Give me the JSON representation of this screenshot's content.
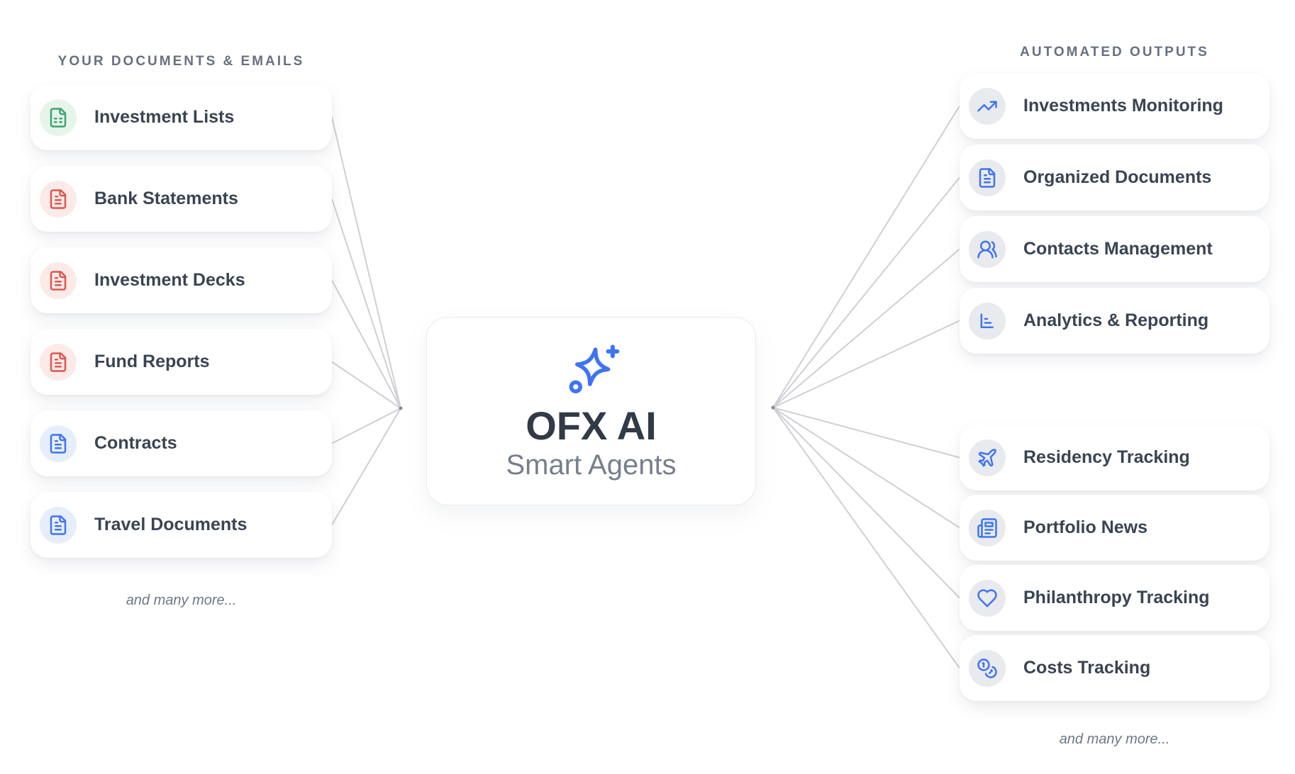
{
  "left_column": {
    "header": "YOUR DOCUMENTS & EMAILS",
    "items": [
      {
        "label": "Investment Lists",
        "icon": "spreadsheet-file-icon",
        "tint": "green"
      },
      {
        "label": "Bank Statements",
        "icon": "file-text-icon",
        "tint": "red"
      },
      {
        "label": "Investment Decks",
        "icon": "file-text-icon",
        "tint": "red"
      },
      {
        "label": "Fund Reports",
        "icon": "file-text-icon",
        "tint": "red"
      },
      {
        "label": "Contracts",
        "icon": "file-text-icon",
        "tint": "blue"
      },
      {
        "label": "Travel Documents",
        "icon": "file-text-icon",
        "tint": "blue"
      }
    ],
    "footnote": "and many more..."
  },
  "center_card": {
    "icon": "sparkle-icon",
    "title": "OFX AI",
    "subtitle": "Smart Agents"
  },
  "right_column": {
    "header": "AUTOMATED OUTPUTS",
    "groups": [
      {
        "items": [
          {
            "label": "Investments Monitoring",
            "icon": "trending-up-icon",
            "tint": "gray-blue"
          },
          {
            "label": "Organized Documents",
            "icon": "file-text-icon",
            "tint": "gray-blue"
          },
          {
            "label": "Contacts Management",
            "icon": "users-icon",
            "tint": "gray-blue"
          },
          {
            "label": "Analytics & Reporting",
            "icon": "bar-chart-icon",
            "tint": "gray-blue"
          }
        ]
      },
      {
        "items": [
          {
            "label": "Residency Tracking",
            "icon": "plane-icon",
            "tint": "gray-blue"
          },
          {
            "label": "Portfolio News",
            "icon": "newspaper-icon",
            "tint": "gray-blue"
          },
          {
            "label": "Philanthropy Tracking",
            "icon": "heart-icon",
            "tint": "gray-blue"
          },
          {
            "label": "Costs Tracking",
            "icon": "coins-icon",
            "tint": "gray-blue"
          }
        ]
      }
    ],
    "footnote": "and many more..."
  },
  "colors": {
    "accent_blue": "#3E74F2",
    "icon_green": "#3CA46C",
    "icon_red": "#DD574F",
    "label_text": "#3A4452",
    "header_text": "#67707F",
    "connector_gray": "#CFD0D5",
    "card_background": "#FFFFFF"
  }
}
